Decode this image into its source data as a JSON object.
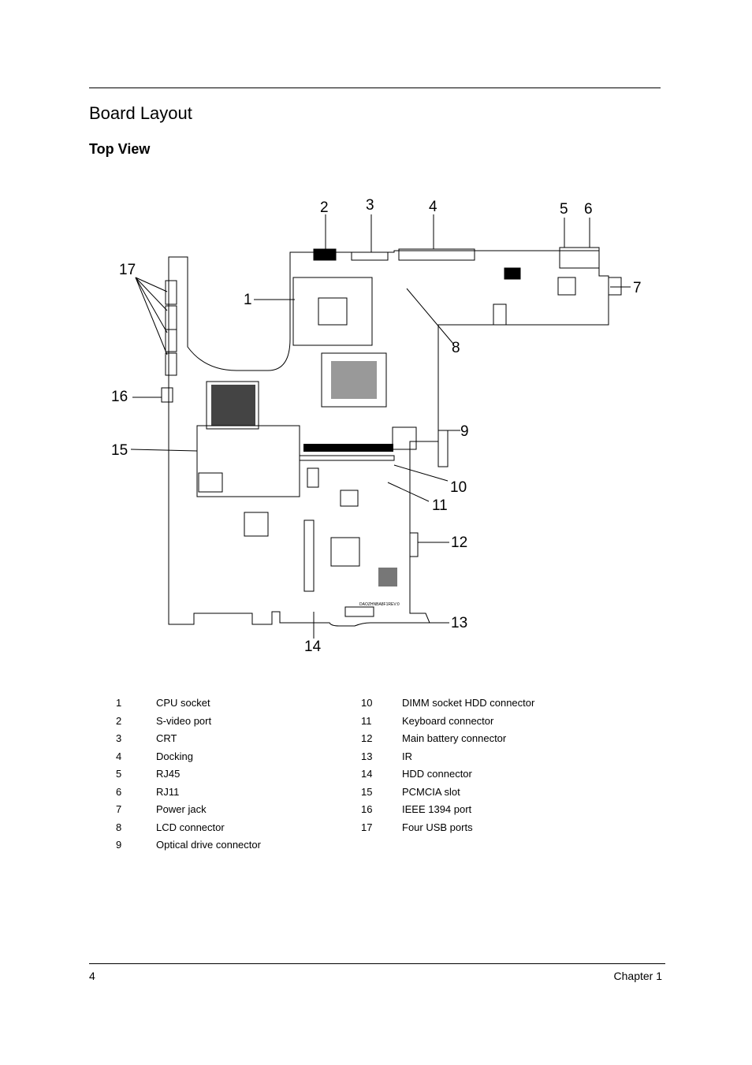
{
  "page": {
    "title": "Board Layout",
    "subtitle": "Top View",
    "page_number": "4",
    "chapter": "Chapter 1"
  },
  "diagram": {
    "board_label": "DAOZHNBA8F1REV:0",
    "callouts": [
      "1",
      "2",
      "3",
      "4",
      "5",
      "6",
      "7",
      "8",
      "9",
      "10",
      "11",
      "12",
      "13",
      "14",
      "15",
      "16",
      "17"
    ]
  },
  "legend": {
    "left": [
      {
        "num": "1",
        "label": "CPU socket"
      },
      {
        "num": "2",
        "label": "S-video port"
      },
      {
        "num": "3",
        "label": "CRT"
      },
      {
        "num": "4",
        "label": "Docking"
      },
      {
        "num": "5",
        "label": "RJ45"
      },
      {
        "num": "6",
        "label": "RJ11"
      },
      {
        "num": "7",
        "label": "Power jack"
      },
      {
        "num": "8",
        "label": "LCD connector"
      },
      {
        "num": "9",
        "label": "Optical drive connector"
      }
    ],
    "right": [
      {
        "num": "10",
        "label": "DIMM socket HDD connector"
      },
      {
        "num": "11",
        "label": "Keyboard connector"
      },
      {
        "num": "12",
        "label": "Main battery connector"
      },
      {
        "num": "13",
        "label": "IR"
      },
      {
        "num": "14",
        "label": "HDD connector"
      },
      {
        "num": "15",
        "label": "PCMCIA slot"
      },
      {
        "num": "16",
        "label": "IEEE 1394 port"
      },
      {
        "num": "17",
        "label": "Four USB ports"
      }
    ]
  }
}
